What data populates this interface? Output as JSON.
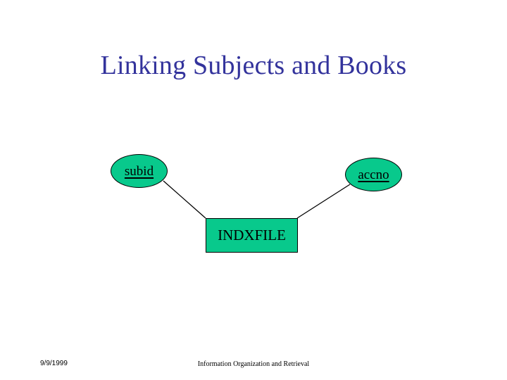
{
  "slide": {
    "title": "Linking Subjects and Books",
    "title_color": "#33339C",
    "background_color": "#FFFFFF"
  },
  "diagram": {
    "shape_fill_color": "#08C98C",
    "shape_border_color": "#000000",
    "connector_color": "#000000",
    "nodes": [
      {
        "id": "subid",
        "label": "subid",
        "type": "attribute-ellipse",
        "underlined": true
      },
      {
        "id": "accno",
        "label": "accno",
        "type": "attribute-ellipse",
        "underlined": true
      },
      {
        "id": "indxfile",
        "label": "INDXFILE",
        "type": "entity-rectangle",
        "underlined": false
      }
    ],
    "connectors": [
      {
        "from": "subid",
        "to": "indxfile"
      },
      {
        "from": "accno",
        "to": "indxfile"
      }
    ]
  },
  "footer": {
    "date": "9/9/1999",
    "center_text": "Information Organization and Retrieval"
  }
}
